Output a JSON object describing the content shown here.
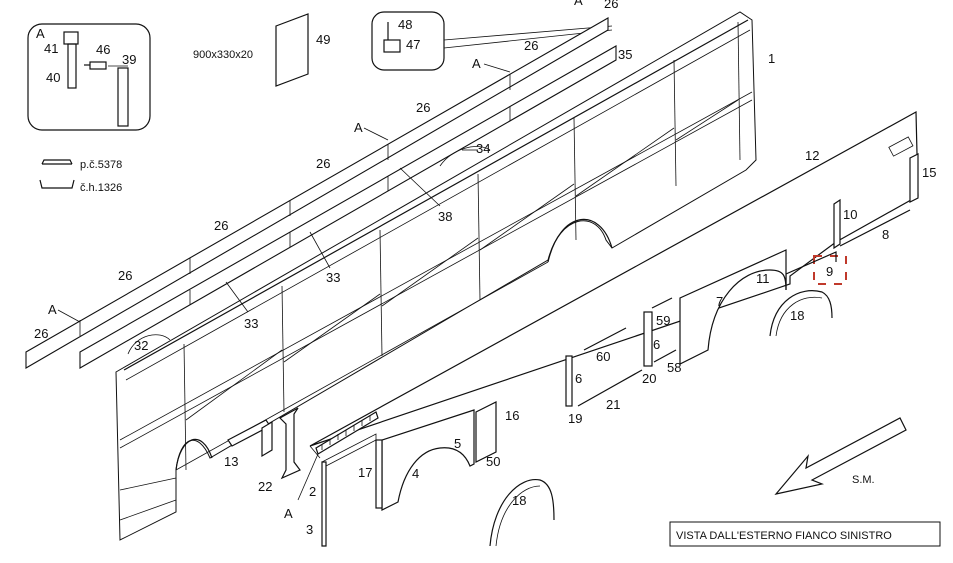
{
  "legend": {
    "profile_1": "p.č.5378",
    "profile_2": "č.h.1326",
    "panel_size": "900x330x20"
  },
  "view_title": "VISTA DALL'ESTERNO FIANCO SINISTRO",
  "direction_label": "S.M.",
  "colors": {
    "line": "#111111",
    "marker": "#c0392b",
    "background": "#ffffff"
  },
  "callouts": {
    "c1": "1",
    "c2": "2",
    "c3": "3",
    "c4": "4",
    "c5": "5",
    "c6": "6",
    "c7": "7",
    "c8": "8",
    "c9": "9",
    "c10": "10",
    "c11": "11",
    "c12": "12",
    "c13": "13",
    "c15": "15",
    "c16": "16",
    "c17": "17",
    "c18": "18",
    "c19": "19",
    "c20": "20",
    "c21": "21",
    "c22": "22",
    "c26": "26",
    "c32": "32",
    "c33": "33",
    "c34": "34",
    "c35": "35",
    "c38": "38",
    "c39": "39",
    "c40": "40",
    "c41": "41",
    "c46": "46",
    "c47": "47",
    "c48": "48",
    "c49": "49",
    "c50": "50",
    "c58": "58",
    "c59": "59",
    "c60": "60",
    "a": "A"
  }
}
